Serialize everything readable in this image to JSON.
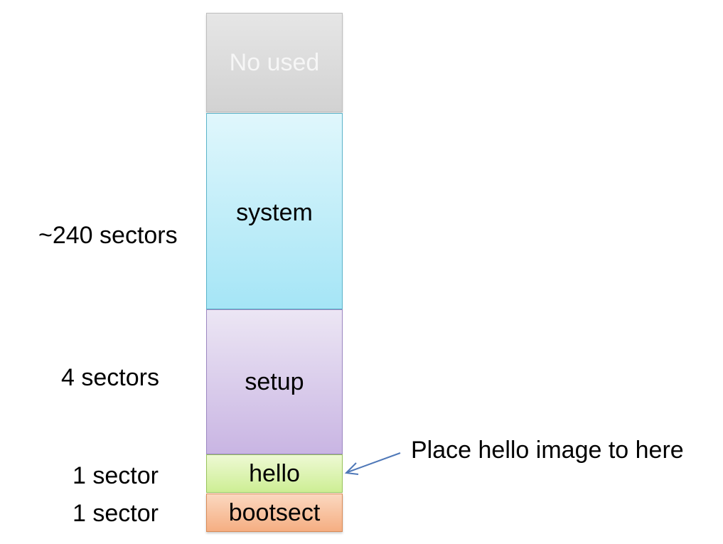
{
  "blocks": {
    "unused": "No used",
    "system": "system",
    "setup": "setup",
    "hello": "hello",
    "bootsect": "bootsect"
  },
  "sizes": {
    "system": "~240 sectors",
    "setup": "4 sectors",
    "hello": "1 sector",
    "bootsect": "1 sector"
  },
  "annotation": "Place hello image to here",
  "colors": {
    "arrow": "#4f78b8"
  }
}
